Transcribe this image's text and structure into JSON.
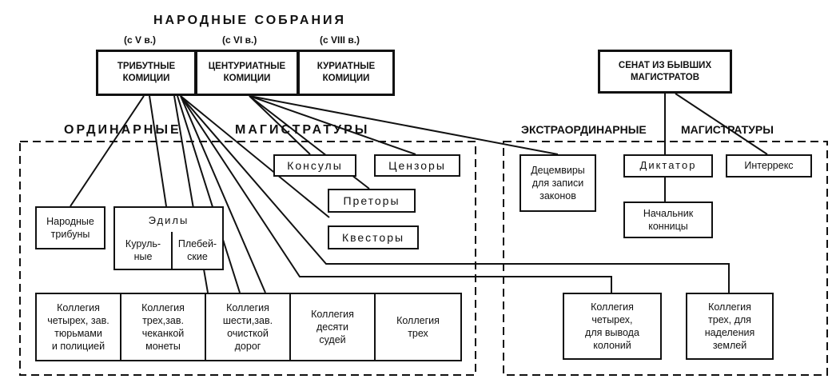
{
  "title": "НАРОДНЫЕ СОБРАНИЯ",
  "centuries": [
    "(с V в.)",
    "(с VI в.)",
    "(с VIII в.)"
  ],
  "assemblies": [
    "ТРИБУТНЫЕ\nКОМИЦИИ",
    "ЦЕНТУРИАТНЫЕ\nКОМИЦИИ",
    "КУРИАТНЫЕ\nКОМИЦИИ"
  ],
  "senate": "СЕНАТ ИЗ БЫВШИХ\nМАГИСТРАТОВ",
  "ordinary_heading": {
    "word1": "ОРДИНАРНЫЕ",
    "word2": "МАГИСТРАТУРЫ"
  },
  "extraordinary_heading": {
    "word1": "ЭКСТРАОРДИНАРНЫЕ",
    "word2": "МАГИСТРАТУРЫ"
  },
  "ordinary": {
    "consuls": "Консулы",
    "censors": "Цензоры",
    "praetors": "Преторы",
    "quaestors": "Квесторы",
    "tribunes": "Народные\nтрибуны",
    "aediles": {
      "title": "Эдилы",
      "curule": "Куруль-\nные",
      "plebeian": "Плебей-\nские"
    },
    "colleges": [
      "Коллегия\nчетырех, зав.\nтюрьмами\nи полицией",
      "Коллегия\nтрех,зав.\nчеканкой\nмонеты",
      "Коллегия\nшести,зав.\nочисткой\nдорог",
      "Коллегия\nдесяти\nсудей",
      "Коллегия\nтрех"
    ]
  },
  "extraordinary": {
    "decemvirs": "Децемвиры\nдля записи\nзаконов",
    "dictator": "Диктатор",
    "interrex": "Интеррекс",
    "master_of_horse": "Начальник\nконницы",
    "college_colonies": "Коллегия\nчетырех,\nдля вывода\nколоний",
    "college_land": "Коллегия\nтрех, для\nнаделения\nземлей"
  }
}
